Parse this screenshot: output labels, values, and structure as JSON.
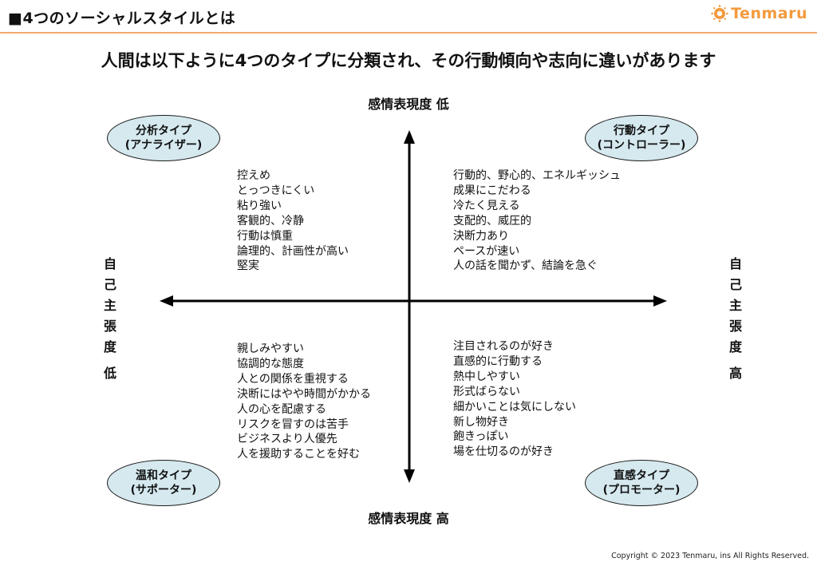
{
  "header": {
    "title": "■4つのソーシャルスタイルとは",
    "logo_text": "Tenmaru",
    "accent_color": "#f39a3d"
  },
  "subtitle": "人間は以下ように4つのタイプに分類され、その行動傾向や志向に違いがあります",
  "axes": {
    "top": "感情表現度 低",
    "bottom": "感情表現度 高",
    "left": {
      "label": "自己主張度",
      "level": "低"
    },
    "right": {
      "label": "自己主張度",
      "level": "高"
    }
  },
  "quadrants": {
    "analyzer": {
      "name": "分析タイプ",
      "sub": "(アナライザー)",
      "traits": [
        "控えめ",
        "とっつきにくい",
        "粘り強い",
        "客観的、冷静",
        "行動は慎重",
        "論理的、計画性が高い",
        "堅実"
      ]
    },
    "controller": {
      "name": "行動タイプ",
      "sub": "(コントローラー)",
      "traits": [
        "行動的、野心的、エネルギッシュ",
        "成果にこだわる",
        "冷たく見える",
        "支配的、威圧的",
        "決断力あり",
        "ペースが速い",
        "人の話を聞かず、結論を急ぐ"
      ]
    },
    "supporter": {
      "name": "温和タイプ",
      "sub": "(サポーター)",
      "traits": [
        "親しみやすい",
        "協調的な態度",
        "人との関係を重視する",
        "決断にはやや時間がかかる",
        "人の心を配慮する",
        "リスクを冒すのは苦手",
        "ビジネスより人優先",
        "人を援助することを好む"
      ]
    },
    "promoter": {
      "name": "直感タイプ",
      "sub": "(プロモーター)",
      "traits": [
        "注目されるのが好き",
        "直感的に行動する",
        "熱中しやすい",
        "形式ばらない",
        "細かいことは気にしない",
        "新し物好き",
        "飽きっぽい",
        "場を仕切るのが好き"
      ]
    }
  },
  "colors": {
    "ellipse_fill": "#d5e9ef",
    "header_rule": "#f2a96a"
  },
  "footer": {
    "copyright": "Copyright © 2023 Tenmaru, ins All Rights Reserved."
  }
}
